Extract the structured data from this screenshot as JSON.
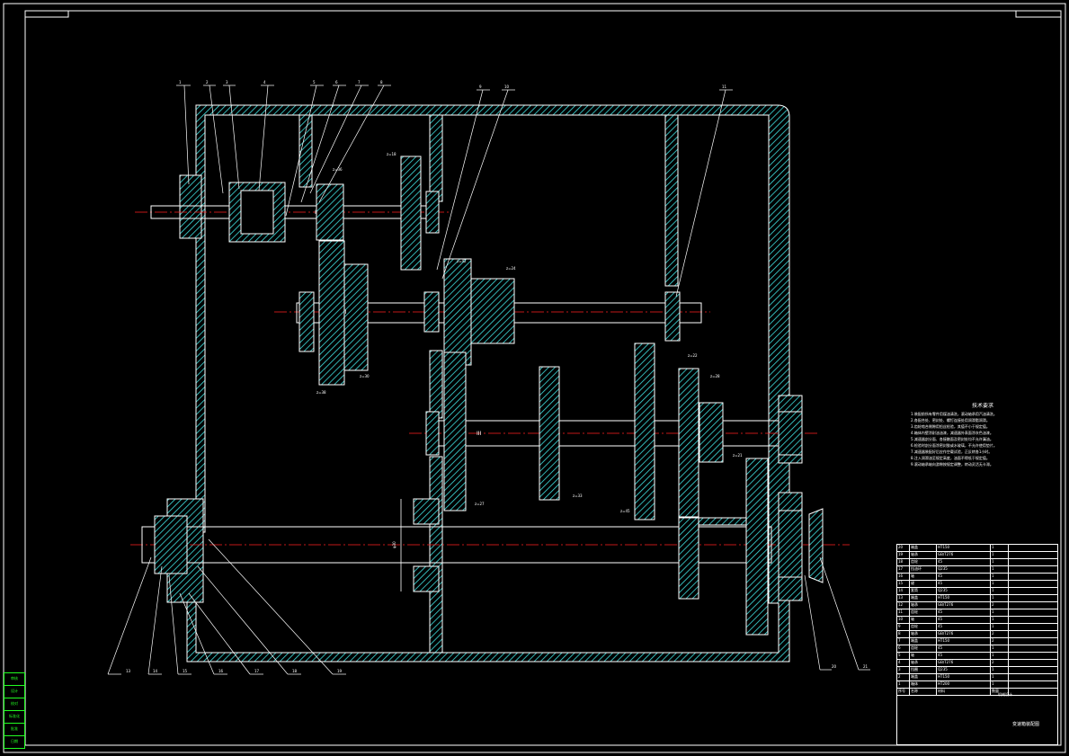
{
  "drawing": {
    "title": "",
    "shaft_labels": {
      "s1": "I",
      "s2": "II",
      "s3": "III"
    },
    "part_numbers_top": [
      "1",
      "2",
      "3",
      "4",
      "5",
      "6",
      "7",
      "8",
      "9",
      "10",
      "11"
    ],
    "part_numbers_bottom": [
      "13",
      "14",
      "15",
      "16",
      "17",
      "18",
      "19",
      "20",
      "21"
    ],
    "gear_annotations": [
      "z=18",
      "z=36",
      "z=42",
      "z=24",
      "z=30",
      "z=38",
      "z=27",
      "z=33",
      "z=45",
      "z=22",
      "z=28",
      "z=21"
    ],
    "dimension_note": "φ30",
    "colors": {
      "outline": "#ffffff",
      "hatch": "#40e0e0",
      "centerline": "#ff2020",
      "lines": "#ffffff",
      "sidetext": "#22ff22"
    }
  },
  "notes": {
    "heading": "技术要求",
    "lines": [
      "1.装配前所有零件用煤油清洗，滚动轴承用汽油清洗。",
      "2.各配合处、密封处、螺钉连接处用润滑脂润滑。",
      "3.齿轮啮合侧隙用铅丝检验，其值不小于规定值。",
      "4.箱体内壁涂耐油油漆，减速器外表面涂灰色油漆。",
      "5.减速器剖分面、各接触面及密封处均不允许漏油。",
      "6.检验时剖分面涂密封胶或水玻璃，不允许使用垫片。",
      "7.减速器装配好后应作空载试验，正反转各1小时。",
      "8.注入润滑油至规定高度，油面不得低于规定值。",
      "9.滚动轴承轴向游隙按规定调整，转动灵活无卡滞。"
    ]
  },
  "parts_table": {
    "rows": [
      [
        "20",
        "端盖",
        "HT150",
        "1"
      ],
      [
        "19",
        "轴承",
        "GB/T276",
        "1"
      ],
      [
        "18",
        "齿轮",
        "45",
        "1"
      ],
      [
        "17",
        "挡油环",
        "Q235",
        "1"
      ],
      [
        "16",
        "轴",
        "45",
        "1"
      ],
      [
        "15",
        "键",
        "45",
        "1"
      ],
      [
        "14",
        "套筒",
        "Q235",
        "1"
      ],
      [
        "13",
        "端盖",
        "HT150",
        "1"
      ],
      [
        "12",
        "轴承",
        "GB/T276",
        "2"
      ],
      [
        "11",
        "齿轮",
        "45",
        "1"
      ],
      [
        "10",
        "轴",
        "45",
        "1"
      ],
      [
        "9",
        "齿轮",
        "45",
        "1"
      ],
      [
        "8",
        "轴承",
        "GB/T276",
        "2"
      ],
      [
        "7",
        "端盖",
        "HT150",
        "2"
      ],
      [
        "6",
        "齿轮",
        "45",
        "1"
      ],
      [
        "5",
        "轴",
        "45",
        "1"
      ],
      [
        "4",
        "轴承",
        "GB/T276",
        "2"
      ],
      [
        "3",
        "挡圈",
        "Q235",
        "1"
      ],
      [
        "2",
        "端盖",
        "HT150",
        "1"
      ],
      [
        "1",
        "箱体",
        "HT200",
        "1"
      ]
    ],
    "header": [
      "序号",
      "名称",
      "材料",
      "数量"
    ],
    "title": "变速箱装配图",
    "org": "机械设计"
  },
  "side_box": [
    "审核",
    "设计",
    "校对",
    "标准化",
    "批准",
    "日期"
  ]
}
